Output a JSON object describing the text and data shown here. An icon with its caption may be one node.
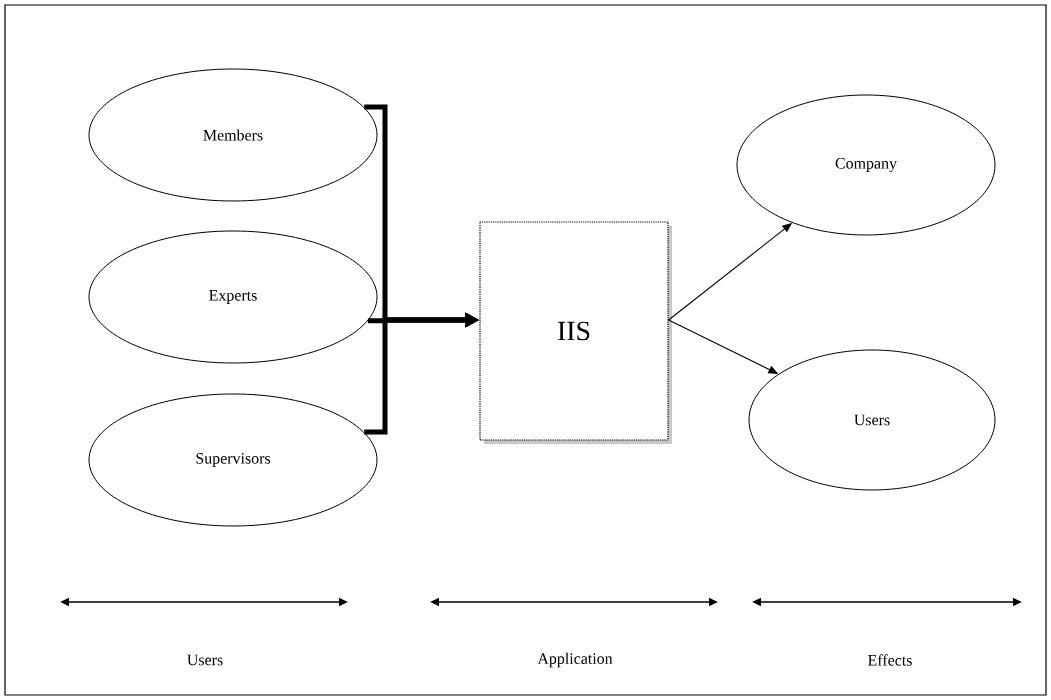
{
  "diagram": {
    "nodes": [
      {
        "text": [
          "Members"
        ]
      },
      {
        "text": [
          "Experts"
        ]
      },
      {
        "text": [
          "Supervisors"
        ]
      },
      {
        "text": [
          "IIS"
        ]
      },
      {
        "text": [
          "Company"
        ]
      },
      {
        "text": [
          "Users"
        ]
      }
    ],
    "edges": [
      {
        "from": 0,
        "to": 3,
        "arrow": "to"
      },
      {
        "from": 1,
        "to": 3,
        "arrow": "to"
      },
      {
        "from": 2,
        "to": 3,
        "arrow": "to"
      },
      {
        "from": 3,
        "to": 4,
        "arrow": "to"
      },
      {
        "from": 3,
        "to": 5,
        "arrow": "to"
      }
    ],
    "labels": [
      "Users",
      "Application",
      "Effects"
    ]
  }
}
